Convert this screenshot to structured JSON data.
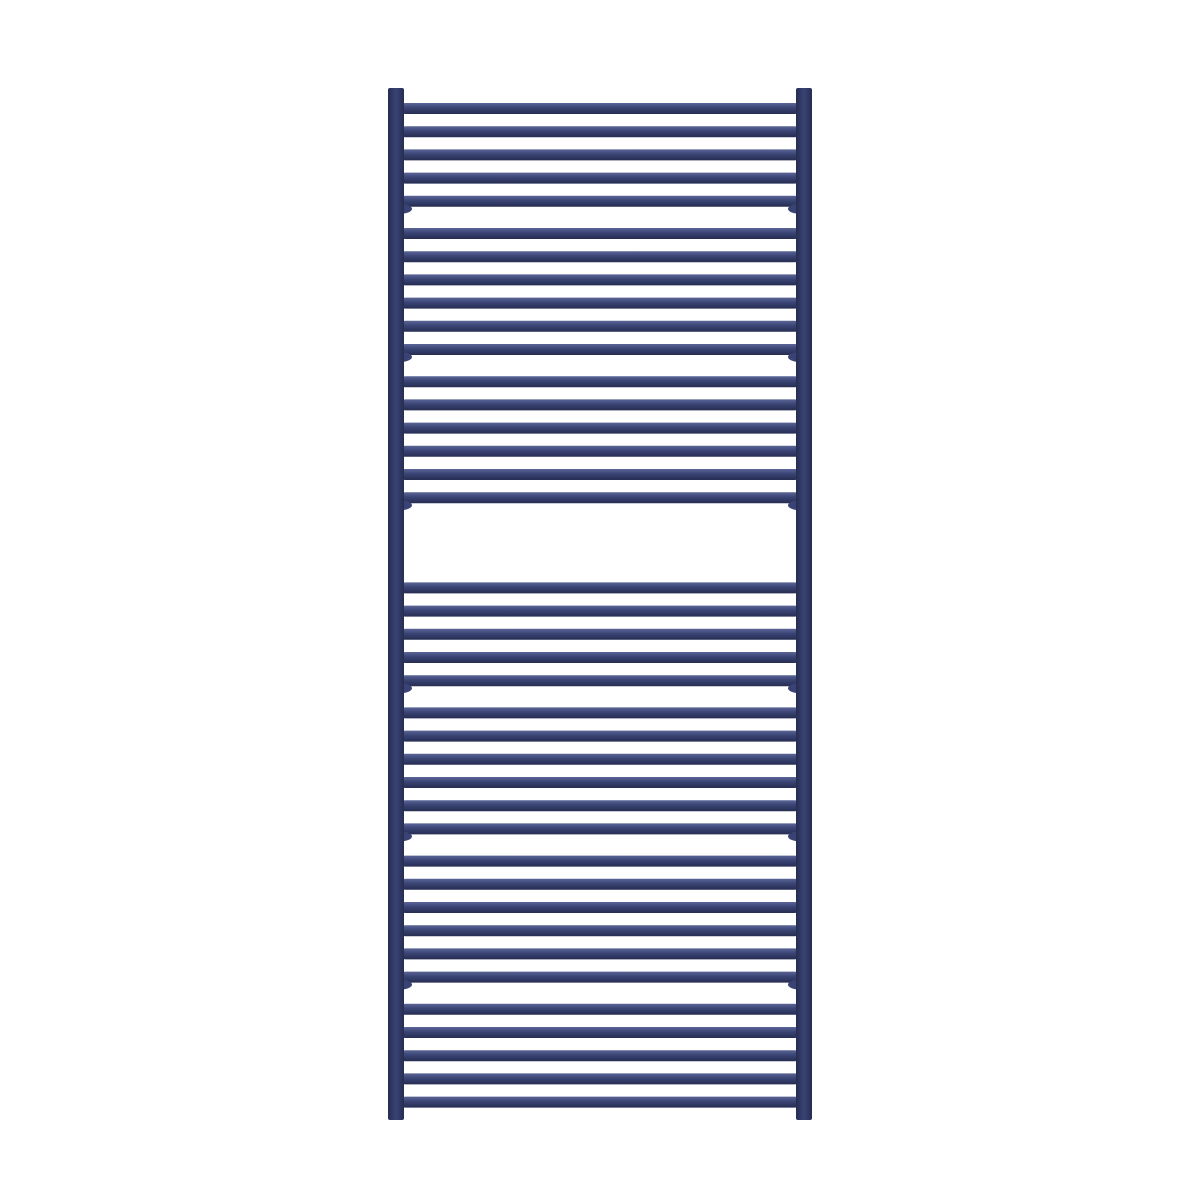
{
  "product": {
    "kind": "heated-towel-rail",
    "finish_color": "#3a4474",
    "highlight_color": "#5a6496",
    "shadow_color": "#262d52",
    "background_color": "#ffffff"
  },
  "rail_groups": [
    {
      "name": "group-1",
      "bars": 5
    },
    {
      "name": "group-2",
      "bars": 6
    },
    {
      "name": "group-3",
      "bars": 6
    },
    {
      "name": "group-4",
      "bars": 5
    },
    {
      "name": "group-5",
      "bars": 6
    },
    {
      "name": "group-6",
      "bars": 6
    },
    {
      "name": "group-7",
      "bars": 5
    }
  ],
  "open_gap_after_group": 3
}
